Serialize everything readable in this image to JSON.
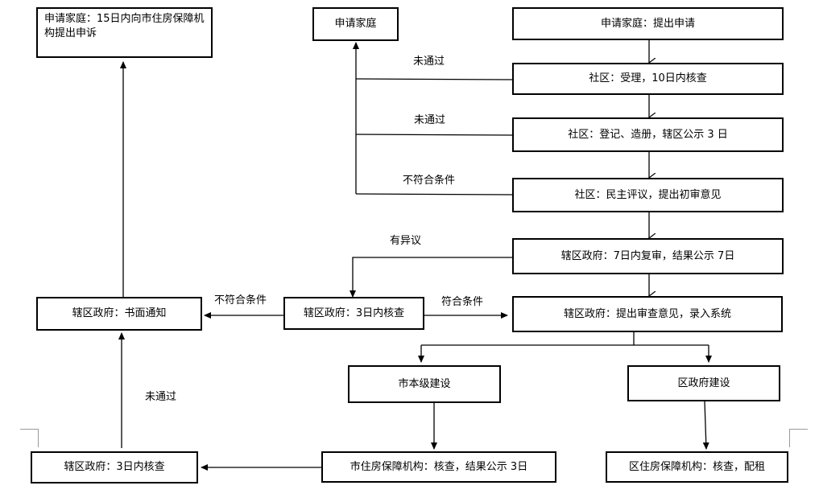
{
  "boxes": {
    "appeal": "申请家庭：15日内向市住房保障机构提出申诉",
    "applicant_family": "申请家庭",
    "submit_application": "申请家庭：提出申请",
    "community_accept": "社区：受理，10日内核查",
    "community_register": "社区：登记、造册，辖区公示 3 日",
    "community_review": "社区：民主评议，提出初审意见",
    "district_recheck": "辖区政府：7日内复审，结果公示 7日",
    "district_notice": "辖区政府：书面通知",
    "district_verify_3days": "辖区政府：3日内核查",
    "district_submit_opinion": "辖区政府：提出审查意见，录入系统",
    "city_build": "市本级建设",
    "district_build": "区政府建设",
    "city_agency_check": "市住房保障机构：核查，结果公示 3日",
    "district_agency_check": "区住房保障机构：核查，配租",
    "district_verify_bottom": "辖区政府：3日内核查"
  },
  "labels": {
    "not_passed_1": "未通过",
    "not_passed_2": "未通过",
    "not_eligible_1": "不符合条件",
    "has_objection": "有异议",
    "not_eligible_2": "不符合条件",
    "eligible": "符合条件",
    "not_passed_3": "未通过"
  }
}
